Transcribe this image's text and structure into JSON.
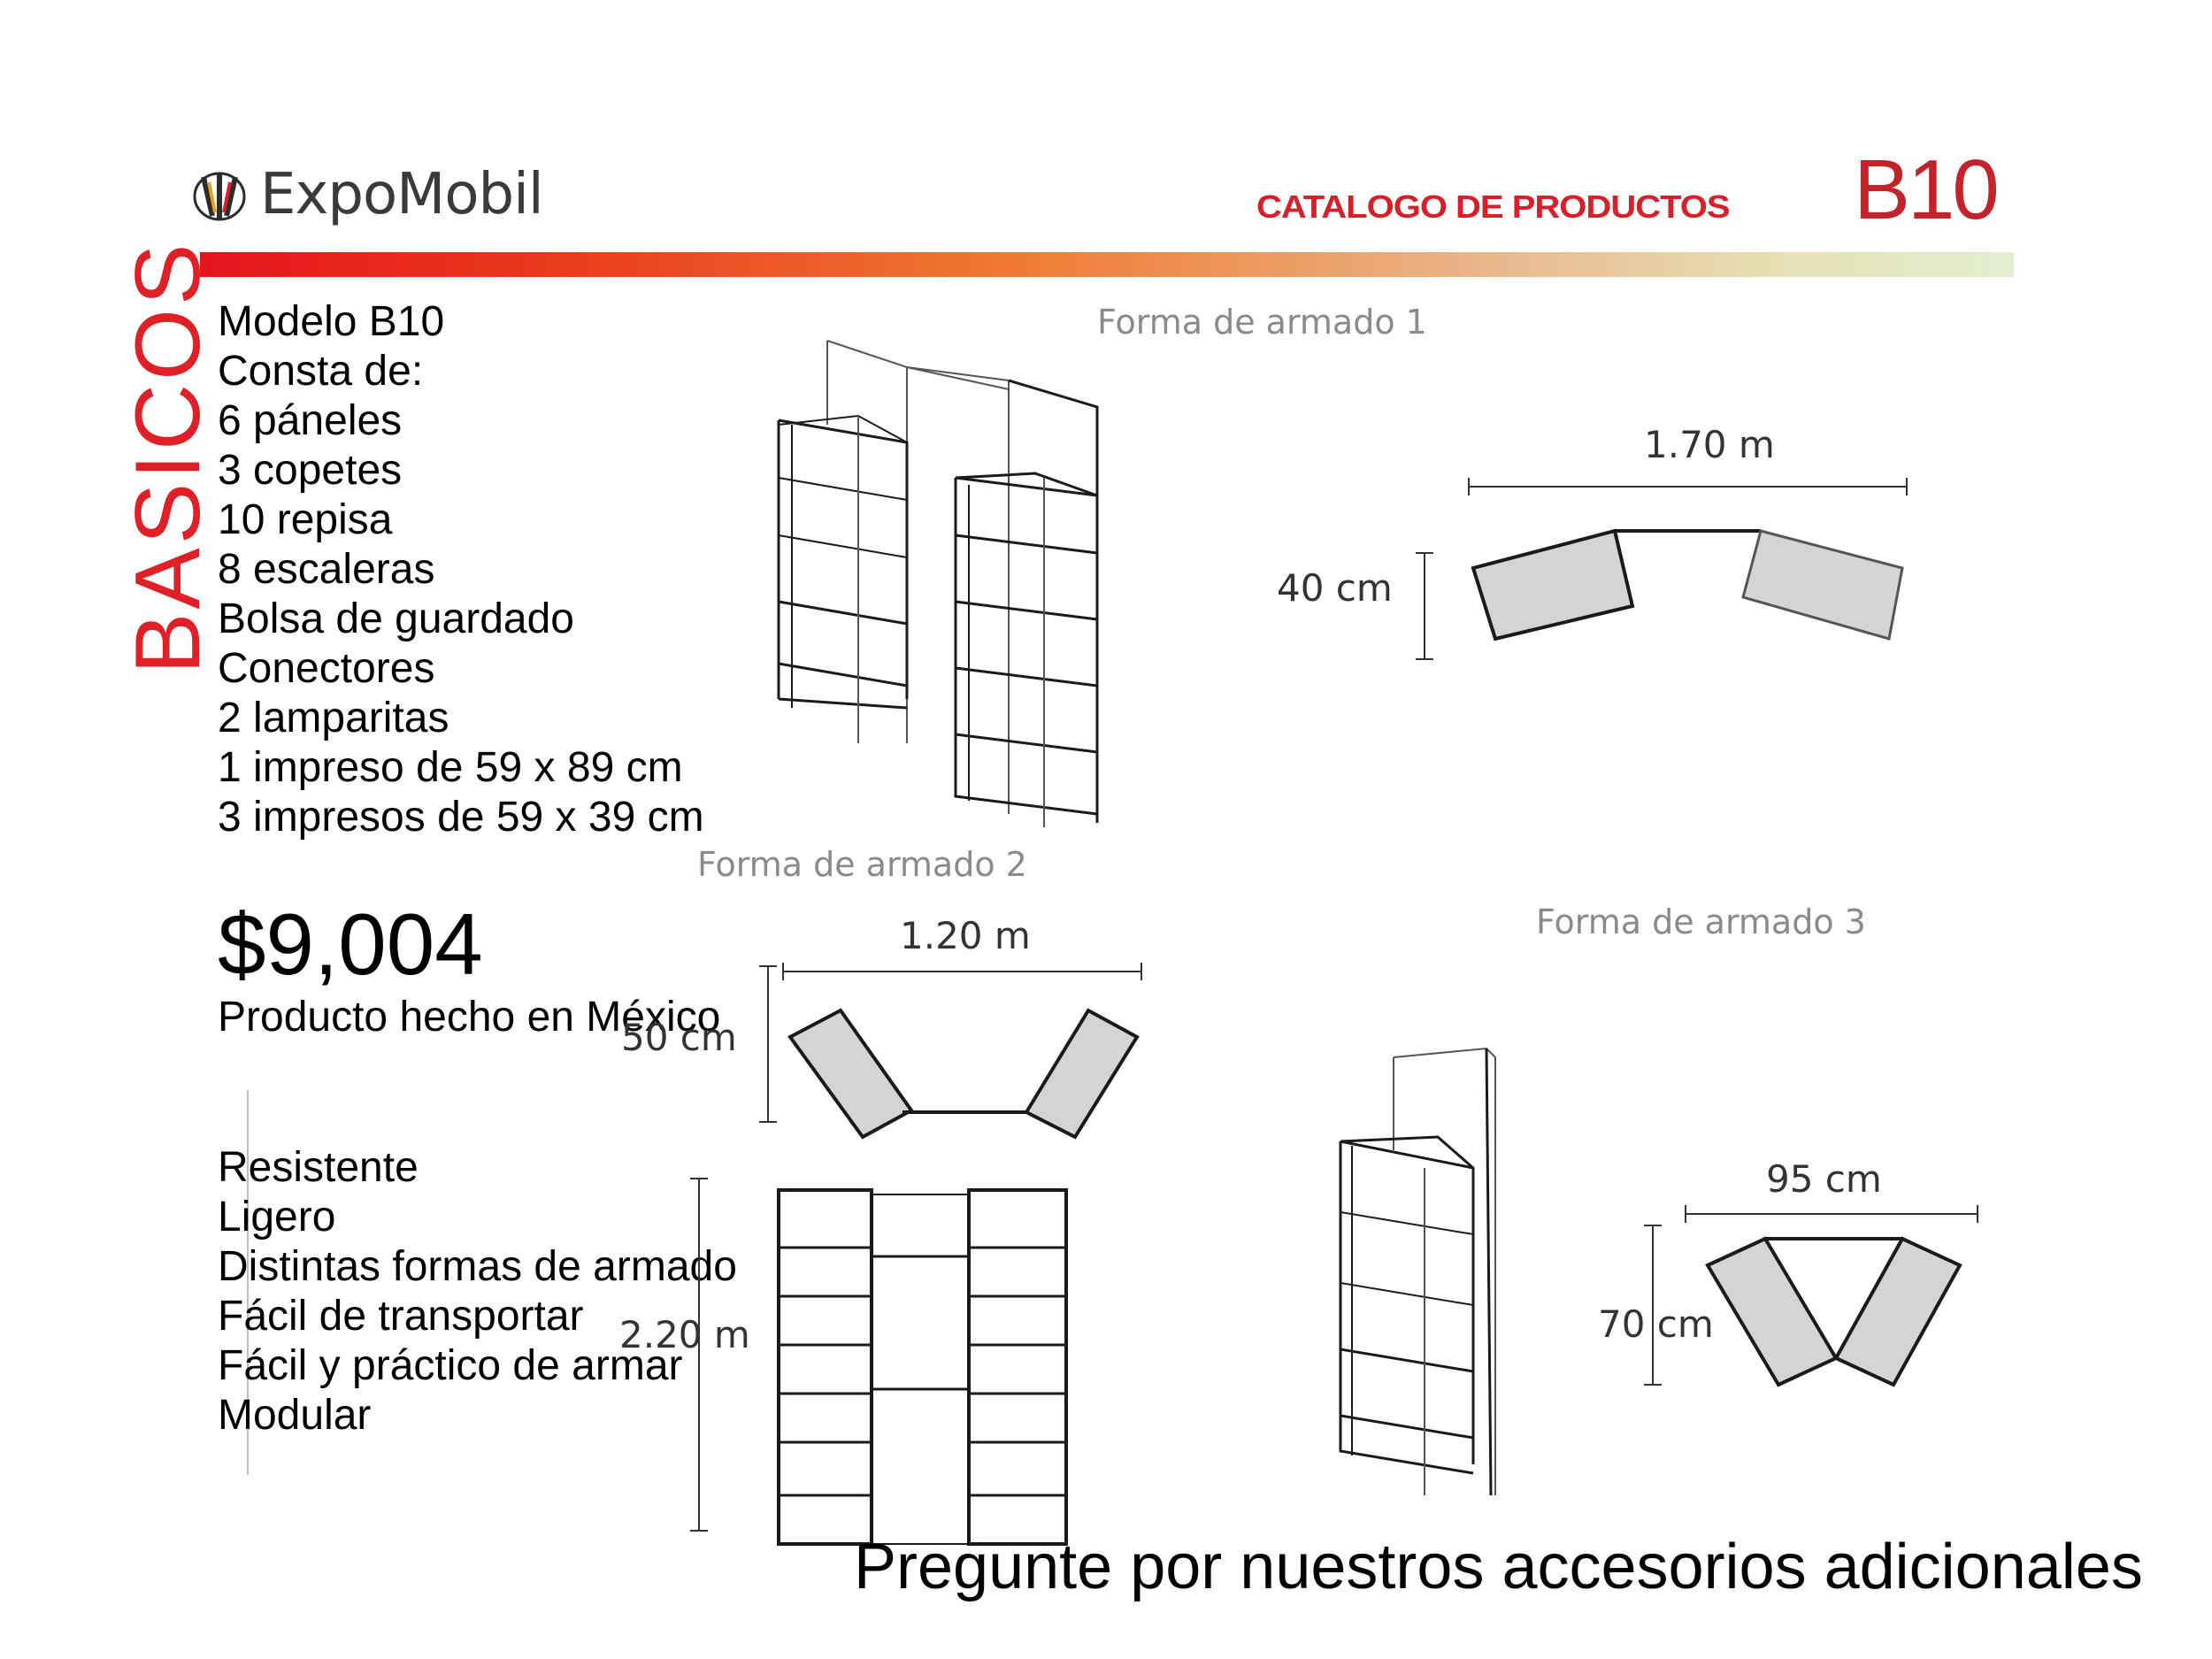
{
  "header": {
    "brand": "ExpoMobil",
    "catalog_title": "CATALOGO DE PRODUCTOS",
    "model_code": "B10"
  },
  "category": "BASICOS",
  "contents": [
    "Modelo B10",
    "Consta de:",
    "6 páneles",
    "3 copetes",
    "10 repisa",
    "8 escaleras",
    "Bolsa de guardado",
    "Conectores",
    "2 lamparitas",
    "1 impreso de 59 x 89 cm",
    "3 impresos de 59 x 39 cm"
  ],
  "price": "$9,004",
  "made_in": "Producto hecho en México",
  "features": [
    "Resistente",
    "Ligero",
    "Distintas formas de armado",
    "Fácil de transportar",
    "Fácil y práctico de armar",
    "Modular"
  ],
  "diagrams": {
    "forma1": {
      "label": "Forma de armado 1",
      "width": "1.70 m",
      "depth": "40 cm"
    },
    "forma2": {
      "label": "Forma de armado 2",
      "width": "1.20 m",
      "depth": "50 cm",
      "height": "2.20 m"
    },
    "forma3": {
      "label": "Forma de armado 3",
      "width": "95 cm",
      "depth": "70 cm"
    }
  },
  "footer_note": "Pregunte por nuestros accesorios adicionales",
  "colors": {
    "accent_red": "#e02027",
    "panel_gray": "#d4d4d4"
  }
}
